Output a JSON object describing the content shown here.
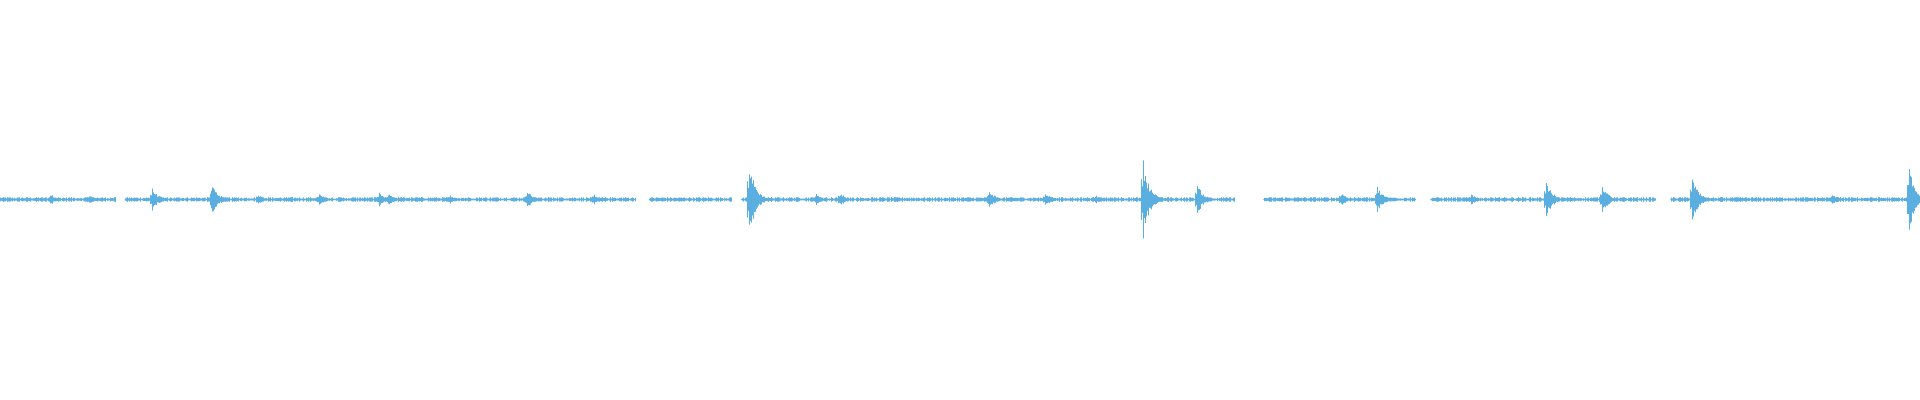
{
  "waveform": {
    "color": "#5aaee0",
    "background": "#ffffff",
    "duration_fraction_visible": 1.0,
    "gaps": [
      [
        0.06,
        0.065
      ],
      [
        0.331,
        0.338
      ],
      [
        0.381,
        0.386
      ],
      [
        0.643,
        0.658
      ],
      [
        0.737,
        0.745
      ],
      [
        0.862,
        0.87
      ]
    ],
    "noise_floor": 0.012,
    "peaks": [
      {
        "t": 0.026,
        "amp": 0.03
      },
      {
        "t": 0.046,
        "amp": 0.025
      },
      {
        "t": 0.079,
        "amp": 0.06
      },
      {
        "t": 0.11,
        "amp": 0.09
      },
      {
        "t": 0.134,
        "amp": 0.03
      },
      {
        "t": 0.166,
        "amp": 0.03
      },
      {
        "t": 0.197,
        "amp": 0.04
      },
      {
        "t": 0.202,
        "amp": 0.03
      },
      {
        "t": 0.234,
        "amp": 0.025
      },
      {
        "t": 0.274,
        "amp": 0.05
      },
      {
        "t": 0.309,
        "amp": 0.03
      },
      {
        "t": 0.39,
        "amp": 0.2
      },
      {
        "t": 0.425,
        "amp": 0.03
      },
      {
        "t": 0.437,
        "amp": 0.04
      },
      {
        "t": 0.515,
        "amp": 0.05
      },
      {
        "t": 0.544,
        "amp": 0.04
      },
      {
        "t": 0.57,
        "amp": 0.025
      },
      {
        "t": 0.595,
        "amp": 0.22
      },
      {
        "t": 0.623,
        "amp": 0.09
      },
      {
        "t": 0.698,
        "amp": 0.04
      },
      {
        "t": 0.717,
        "amp": 0.07
      },
      {
        "t": 0.766,
        "amp": 0.03
      },
      {
        "t": 0.805,
        "amp": 0.1
      },
      {
        "t": 0.834,
        "amp": 0.08
      },
      {
        "t": 0.881,
        "amp": 0.12
      },
      {
        "t": 0.954,
        "amp": 0.03
      },
      {
        "t": 0.994,
        "amp": 0.17
      }
    ]
  }
}
